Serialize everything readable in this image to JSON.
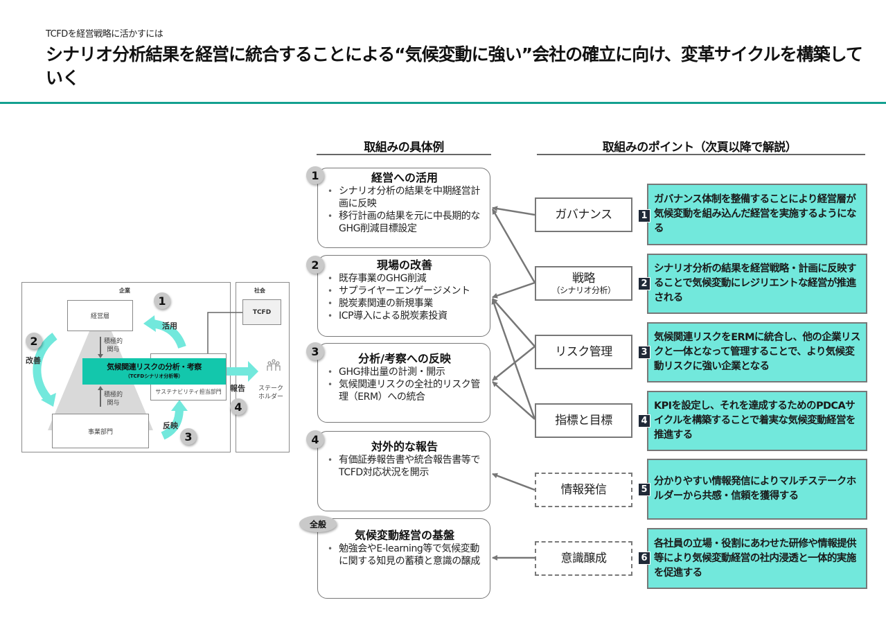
{
  "header": {
    "subtitle": "TCFDを経営戦略に活かすには",
    "title": "シナリオ分析結果を経営に統合することによる“気候変動に強い”会社の確立に向け、変革サイクルを構築していく",
    "accent_color": "#13a090"
  },
  "diagram": {
    "company_label": "企業",
    "society_label": "社会",
    "management_label": "経営層",
    "business_label": "事業部門",
    "sustainability_label": "サステナビリティ担当部門",
    "tcfd_label": "TCFD",
    "stakeholder_label": "ステーク\nホルダー",
    "involvement_top": "積極的\n関与",
    "involvement_bottom": "積極的\n関与",
    "analysis_title": "気候関連リスクの分析・考察",
    "analysis_sub": "（TCFDシナリオ分析等）",
    "cycle": [
      {
        "num": "1",
        "label": "活用"
      },
      {
        "num": "2",
        "label": "改善"
      },
      {
        "num": "3",
        "label": "反映"
      },
      {
        "num": "4",
        "label": "報告"
      }
    ],
    "bar_color": "#13c7ac",
    "arrow_color": "#72e8dc"
  },
  "examples": {
    "heading": "取組みの具体例",
    "cards": [
      {
        "badge": "1",
        "title": "経営への活用",
        "bullets": [
          "シナリオ分析の結果を中期経営計画に反映",
          "移行計画の結果を元に中長期的なGHG削減目標設定"
        ]
      },
      {
        "badge": "2",
        "title": "現場の改善",
        "bullets": [
          "既存事業のGHG削減",
          "サプライヤーエンゲージメント",
          "脱炭素関連の新規事業",
          "ICP導入による脱炭素投資"
        ]
      },
      {
        "badge": "3",
        "title": "分析/考察への反映",
        "bullets": [
          "GHG排出量の計測・開示",
          "気候関連リスクの全社的リスク管理（ERM）への統合"
        ]
      },
      {
        "badge": "4",
        "title": "対外的な報告",
        "bullets": [
          "有価証券報告書や統合報告書等でTCFD対応状況を開示"
        ]
      },
      {
        "badge": "全般",
        "title": "気候変動経営の基盤",
        "bullets": [
          "勉強会やE-learning等で気候変動に関する知見の蓄積と意識の醸成"
        ]
      }
    ]
  },
  "points": {
    "heading": "取組みのポイント（次頁以降で解説）",
    "items": [
      {
        "pillar": "ガバナンス",
        "pillar_sub": "",
        "dashed": false,
        "num": "1",
        "text": "ガバナンス体制を整備することにより経営層が気候変動を組み込んだ経営を実施するようになる"
      },
      {
        "pillar": "戦略",
        "pillar_sub": "（シナリオ分析）",
        "dashed": false,
        "num": "2",
        "text": "シナリオ分析の結果を経営戦略・計画に反映することで気候変動にレジリエントな経営が推進される"
      },
      {
        "pillar": "リスク管理",
        "pillar_sub": "",
        "dashed": false,
        "num": "3",
        "text": "気候関連リスクをERMに統合し、他の企業リスクと一体となって管理することで、より気候変動リスクに強い企業となる"
      },
      {
        "pillar": "指標と目標",
        "pillar_sub": "",
        "dashed": false,
        "num": "4",
        "text": "KPIを設定し、それを達成するためのPDCAサイクルを構築することで着実な気候変動経営を推進する"
      },
      {
        "pillar": "情報発信",
        "pillar_sub": "",
        "dashed": true,
        "num": "5",
        "text": "分かりやすい情報発信によりマルチステークホルダーから共感・信頼を獲得する"
      },
      {
        "pillar": "意識醸成",
        "pillar_sub": "",
        "dashed": true,
        "num": "6",
        "text": "各社員の立場・役割にあわせた研修や情報提供等により気候変動経営の社内浸透と一体的実施を促進する"
      }
    ],
    "box_color": "#72e8dc"
  }
}
